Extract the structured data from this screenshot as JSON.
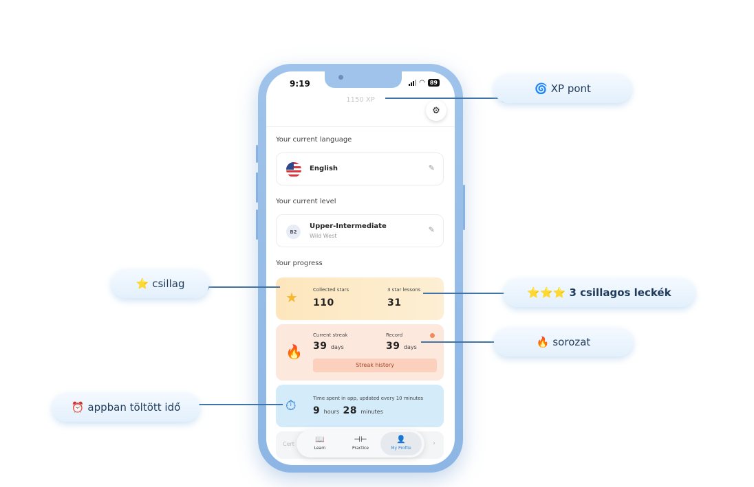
{
  "status_bar": {
    "time": "9:19",
    "battery": "89"
  },
  "header": {
    "xp": "1150 XP"
  },
  "language_section": {
    "label": "Your current language",
    "value": "English"
  },
  "level_section": {
    "label": "Your current level",
    "badge": "B2",
    "title": "Upper-Intermediate",
    "subtitle": "Wild West"
  },
  "progress_section": {
    "label": "Your progress",
    "stars": {
      "label": "Collected stars",
      "value": "110",
      "lessons_label": "3 star lessons",
      "lessons_value": "31"
    },
    "streak": {
      "label": "Current streak",
      "value": "39",
      "unit": "days",
      "record_label": "Record",
      "record_value": "39",
      "record_unit": "days",
      "history_button": "Streak history"
    },
    "time": {
      "label": "Time spent in app, updated every 10 minutes",
      "hours": "9",
      "hours_unit": "hours",
      "minutes": "28",
      "minutes_unit": "minutes"
    },
    "more_label": "Cert"
  },
  "tabbar": {
    "items": [
      {
        "label": "Learn",
        "icon": "book-icon"
      },
      {
        "label": "Practice",
        "icon": "dumbbell-icon"
      },
      {
        "label": "My Profile",
        "icon": "person-icon",
        "active": true
      }
    ]
  },
  "annotations": {
    "xp": {
      "emoji": "🌀",
      "text": "XP pont"
    },
    "star": {
      "emoji": "⭐",
      "text": "csillag"
    },
    "three_star": {
      "emoji": "⭐⭐⭐",
      "text": "3 csillagos leckék"
    },
    "streak": {
      "emoji": "🔥",
      "text": "sorozat"
    },
    "time": {
      "emoji": "⏰",
      "text": "appban töltött idő"
    }
  },
  "colors": {
    "accent": "#2f86d6",
    "annotation_line": "#3f73a7",
    "phone_frame": "#9fc3ea"
  }
}
